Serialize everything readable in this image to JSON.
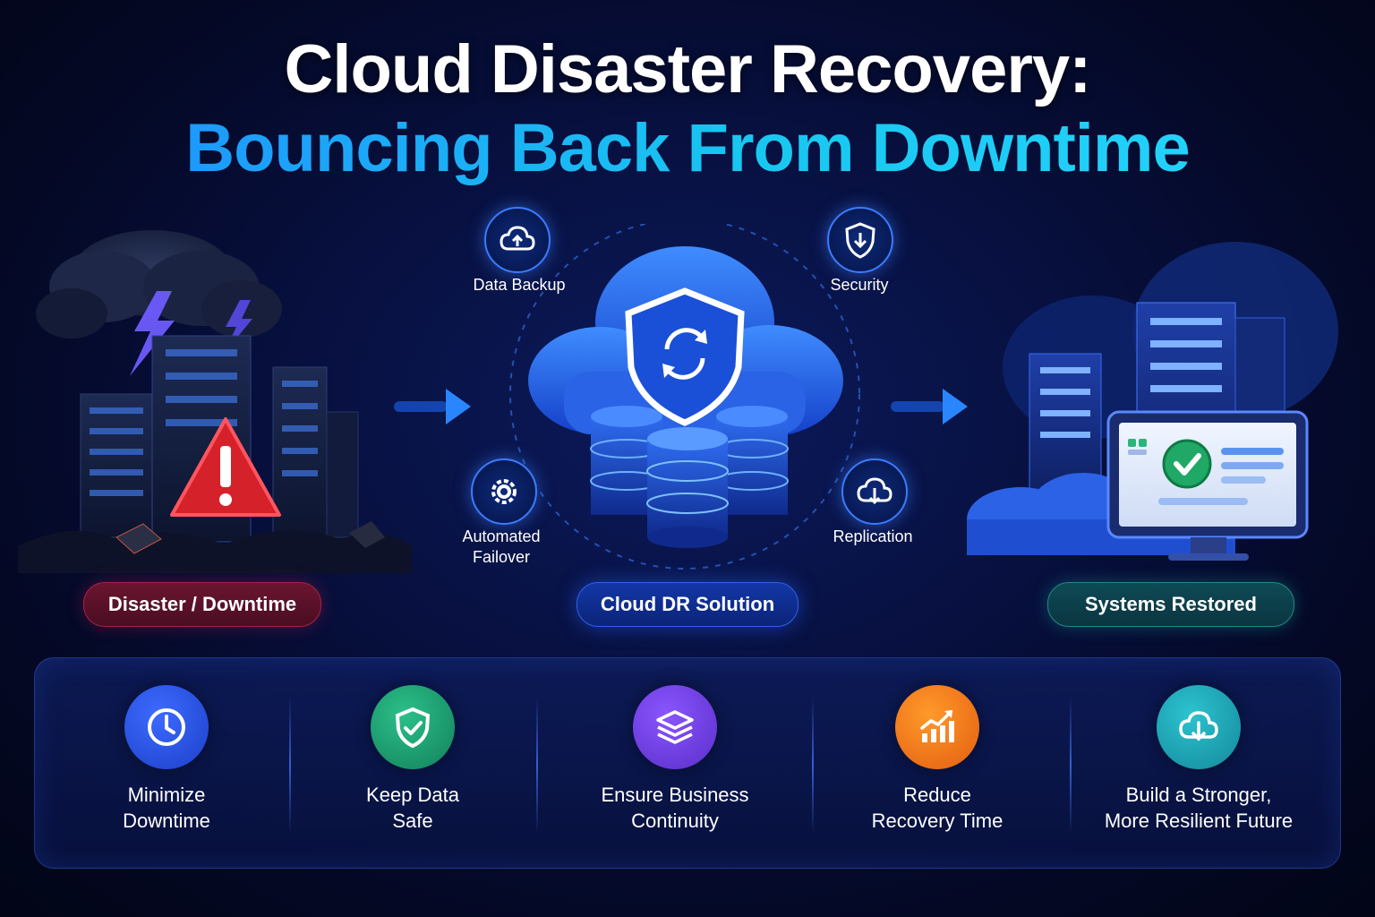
{
  "title": {
    "line1": "Cloud Disaster Recovery:",
    "line2": "Bouncing Back From Downtime"
  },
  "stages": [
    {
      "label": "Disaster / Downtime",
      "color": "#a3234a"
    },
    {
      "label": "Cloud DR Solution",
      "color": "#2e62e8"
    },
    {
      "label": "Systems Restored",
      "color": "#1f8a86"
    }
  ],
  "cloud_dr_features": [
    {
      "label": "Data Backup",
      "icon": "cloud-upload-icon"
    },
    {
      "label": "Security",
      "icon": "shield-download-icon"
    },
    {
      "label": "Automated\nFailover",
      "icon": "gear-icon"
    },
    {
      "label": "Replication",
      "icon": "cloud-download-icon"
    }
  ],
  "benefits": [
    {
      "label_line1": "Minimize",
      "label_line2": "Downtime",
      "icon": "clock-icon",
      "color": "#2a4fe0"
    },
    {
      "label_line1": "Keep Data",
      "label_line2": "Safe",
      "icon": "shield-check-icon",
      "color": "#1f9a6e"
    },
    {
      "label_line1": "Ensure Business",
      "label_line2": "Continuity",
      "icon": "layers-icon",
      "color": "#6a3ad8"
    },
    {
      "label_line1": "Reduce",
      "label_line2": "Recovery Time",
      "icon": "chart-up-icon",
      "color": "#f07a1a"
    },
    {
      "label_line1": "Build a Stronger,",
      "label_line2": "More Resilient Future",
      "icon": "cloud-download-icon",
      "color": "#1b9fb0"
    }
  ]
}
